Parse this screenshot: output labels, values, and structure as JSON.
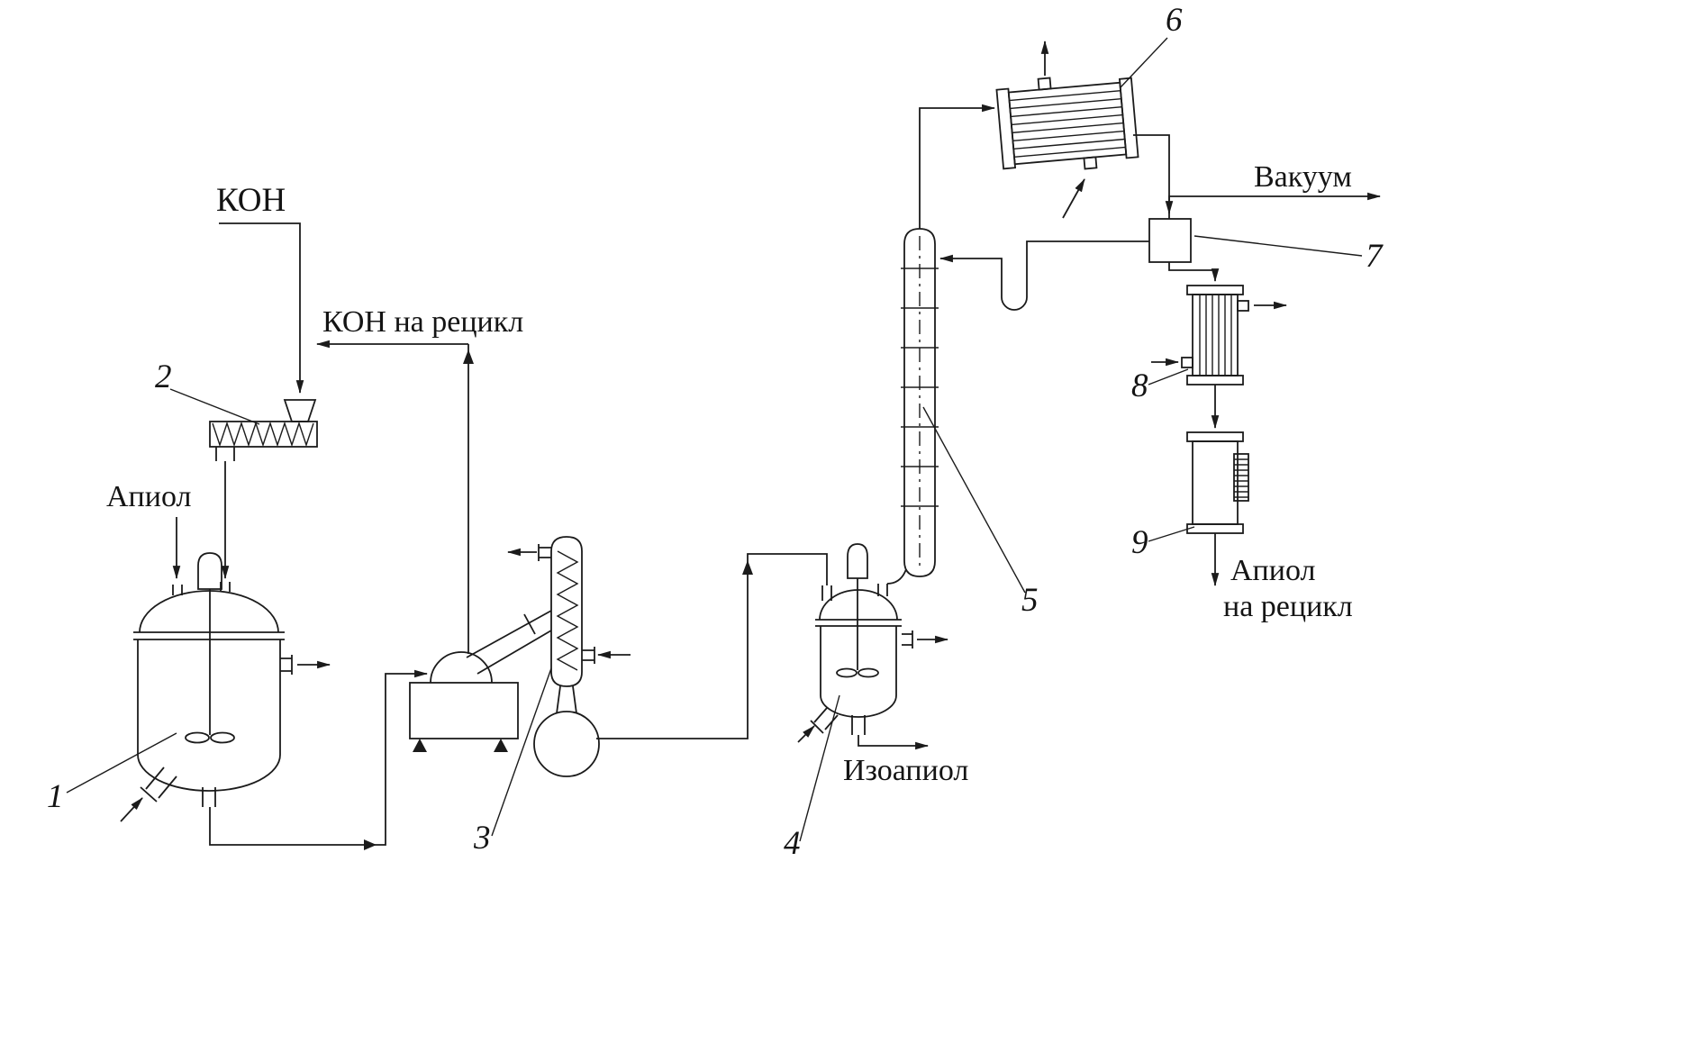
{
  "diagram": {
    "background": "#ffffff",
    "line_color": "#1b1b1b",
    "streams": {
      "koh": "КОН",
      "koh_recycle": "КОН на рецикл",
      "apiol_feed": "Апиол",
      "isoapiol": "Изоапиол",
      "vacuum": "Вакуум",
      "apiol_recycle_1": "Апиол",
      "apiol_recycle_2": "на рецикл"
    },
    "equipment": {
      "reactor_1": "1",
      "feeder_2": "2",
      "evaporator_3": "3",
      "reactor_4": "4",
      "column_5": "5",
      "condenser_6": "6",
      "trap_7": "7",
      "cooler_8": "8",
      "receiver_9": "9"
    }
  }
}
